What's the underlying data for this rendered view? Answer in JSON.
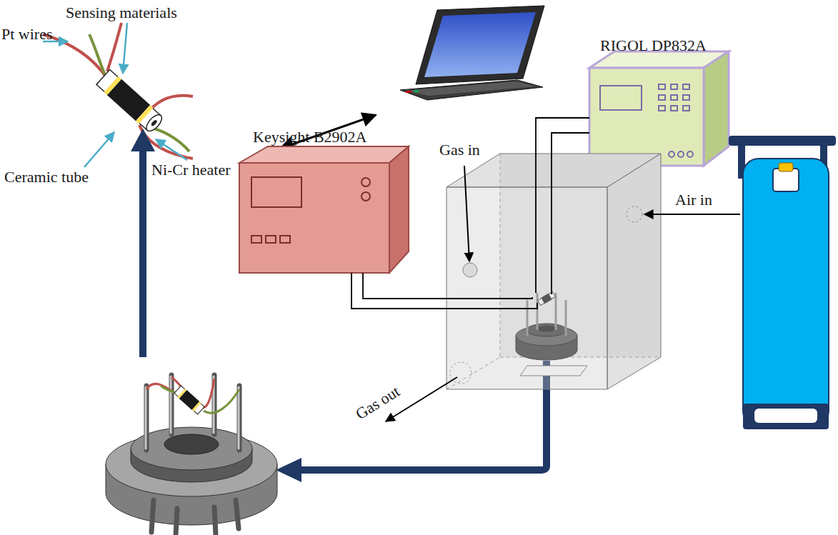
{
  "diagram": {
    "nodes": [
      {
        "text": [
          "Keysight B2902A"
        ]
      },
      {
        "text": [
          "RIGOL DP832A"
        ]
      }
    ],
    "labels": [
      "Sensing materials",
      "Pt wires",
      "Ni-Cr heater",
      "Ceramic tube",
      "Gas in",
      "Air in",
      "Gas out"
    ]
  }
}
